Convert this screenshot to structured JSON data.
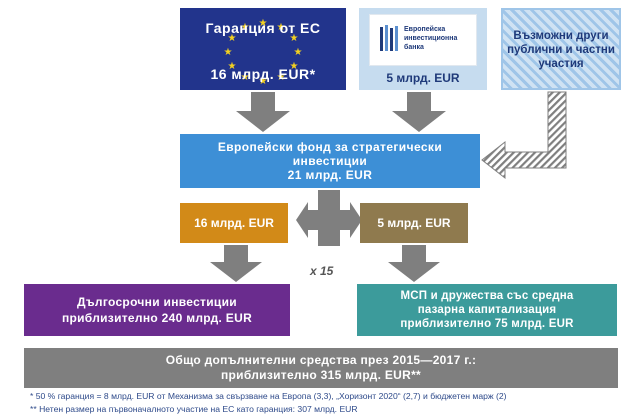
{
  "eu_guarantee": {
    "title": "Гаранция от ЕС",
    "amount": "16 млрд. EUR*"
  },
  "eib": {
    "logo_text": "Европейска инвестиционна банка",
    "amount": "5 млрд. EUR"
  },
  "others": {
    "label": "Възможни други публични и частни участия"
  },
  "efsi": {
    "line1": "Европейски фонд за стратегически",
    "line2": "инвестиции",
    "amount": "21 млрд. EUR"
  },
  "split_left": {
    "amount": "16 млрд. EUR"
  },
  "split_right": {
    "amount": "5 млрд. EUR"
  },
  "multiplier": "x 15",
  "long_term": {
    "line1": "Дългосрочни инвестиции",
    "line2": "приблизително 240 млрд. EUR"
  },
  "sme": {
    "line1": "МСП и дружества със средна",
    "line2": "пазарна капитализация",
    "line3": "приблизително 75 млрд. EUR"
  },
  "total": {
    "line1": "Общо допълнителни средства през 2015—2017 г.:",
    "line2": "приблизително 315 млрд. EUR**"
  },
  "footnotes": {
    "note1": "* 50 % гаранция = 8 млрд. EUR от Механизма за свързване на Европа (3,3), „Хоризонт 2020“ (2,7) и бюджетен марж (2)",
    "note2": "** Нетен размер на първоначалното участие на ЕС като гаранция: 307 млрд. EUR"
  },
  "colors": {
    "eu_blue": "#22348c",
    "eib_blue": "#c6dcef",
    "efsi_blue": "#3d8fd6",
    "orange": "#d28a18",
    "brown": "#8f7a4e",
    "purple": "#6a2c8e",
    "teal": "#3c9b9b",
    "grey": "#7f7f7f",
    "arrow_grey": "#7f7f7f"
  }
}
